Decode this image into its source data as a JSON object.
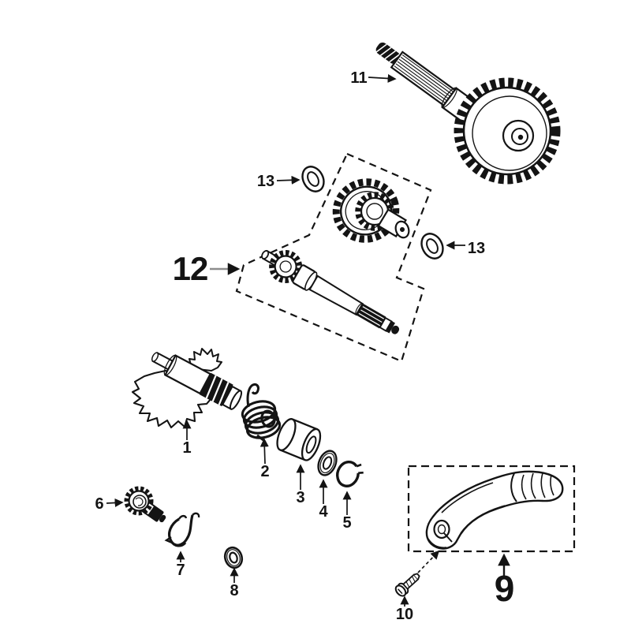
{
  "style": {
    "background": "#ffffff",
    "ink": "#141414",
    "leader_gray": "#8c8c8c"
  },
  "callouts": {
    "c1": {
      "label": "1"
    },
    "c2": {
      "label": "2"
    },
    "c3": {
      "label": "3"
    },
    "c4": {
      "label": "4"
    },
    "c5": {
      "label": "5"
    },
    "c6": {
      "label": "6"
    },
    "c7": {
      "label": "7"
    },
    "c8": {
      "label": "8"
    },
    "c9": {
      "label": "9"
    },
    "c10": {
      "label": "10"
    },
    "c11": {
      "label": "11"
    },
    "c12": {
      "label": "12"
    },
    "c13_left": {
      "label": "13"
    },
    "c13_right": {
      "label": "13"
    }
  }
}
